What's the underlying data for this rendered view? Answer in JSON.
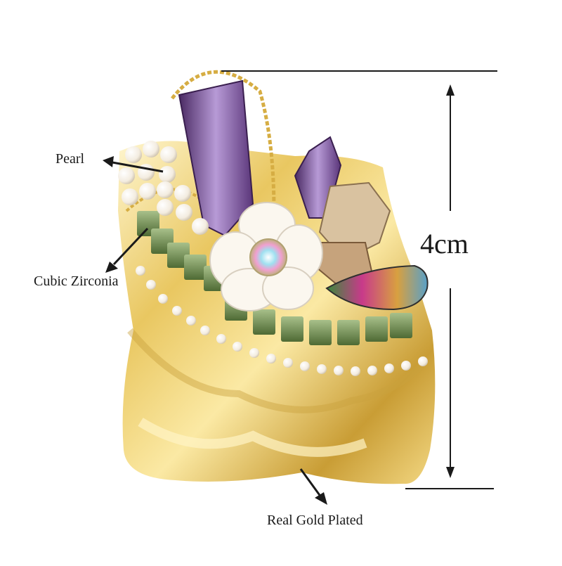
{
  "labels": {
    "pearl": "Pearl",
    "cubic_zirconia": "Cubic Zirconia",
    "gold": "Real Gold Plated",
    "size": "4cm"
  },
  "colors": {
    "gold_light": "#f8e7a6",
    "gold_mid": "#e3c15a",
    "gold_dark": "#b8922e",
    "green_crystal": "#6f8a4a",
    "purple_crystal": "#6a3f8a",
    "pearl_white": "#fbf6ee",
    "line_color": "#1a1a1a"
  }
}
